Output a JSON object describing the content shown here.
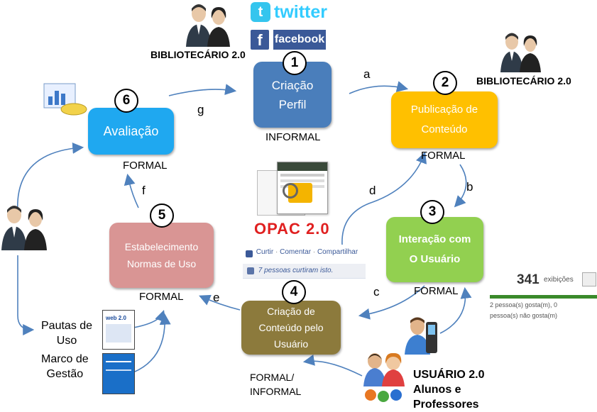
{
  "steps": [
    {
      "number": "1",
      "label": "Criação\nPerfil",
      "tag": "INFORMAL",
      "color": "#4a7ebb"
    },
    {
      "number": "2",
      "label": "Publicação de\nConteúdo",
      "tag": "FORMAL",
      "color": "#ffc000"
    },
    {
      "number": "3",
      "label": "Interação com\nO Usuário",
      "tag": "FORMAL",
      "color": "#92d050"
    },
    {
      "number": "4",
      "label": "Criação de\nConteúdo pelo\nUsuário",
      "tag": "FORMAL/\nINFORMAL",
      "color": "#8c7a3c"
    },
    {
      "number": "5",
      "label": "Estabelecimento\nNormas de Uso",
      "tag": "FORMAL",
      "color": "#d99594"
    },
    {
      "number": "6",
      "label": "Avaliação",
      "tag": "FORMAL",
      "color": "#1fa8f0"
    }
  ],
  "arrows": {
    "a": "a",
    "b": "b",
    "c": "c",
    "d": "d",
    "e": "e",
    "f": "f",
    "g": "g"
  },
  "actors": {
    "librarian_top": "BIBLIOTECÁRIO 2.0",
    "librarian_right": "BIBLIOTECÁRIO 2.0",
    "user_line1": "USUÁRIO 2.0",
    "user_line2": "Alunos e",
    "user_line3": "Professores"
  },
  "social": {
    "twitter": "twitter",
    "facebook": "facebook",
    "facebook_f": "f"
  },
  "opac": "OPAC 2.0",
  "fb_actions": {
    "curtir": "Curtir",
    "sep1": "·",
    "comentar": "Comentar",
    "sep2": "·",
    "compartilhar": "Compartilhar",
    "likes": "7 pessoas curtiram isto."
  },
  "stats": {
    "views": "341",
    "views_label": "exibições",
    "likes_line1": "2 pessoa(s) gosta(m), 0",
    "likes_line2": "pessoa(s) não gosta(m)"
  },
  "documents": {
    "pautas": "Pautas de\nUso",
    "marco": "Marco de\nGestão",
    "doc_title": "web 2.0"
  }
}
